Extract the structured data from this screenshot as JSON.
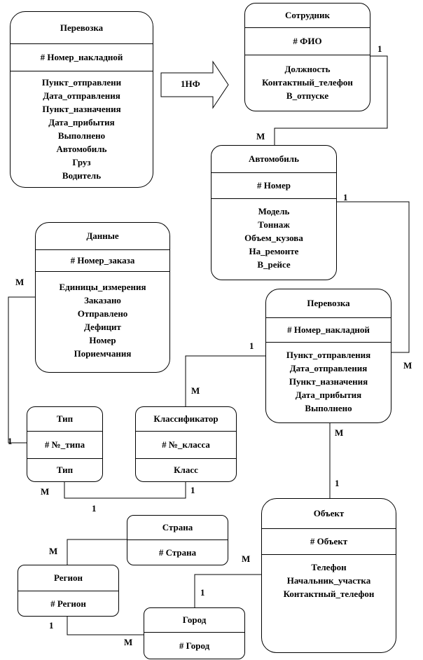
{
  "transform_label": "1НФ",
  "entities": {
    "perevozka_src": {
      "title": "Перевозка",
      "key": "# Номер_накладной",
      "attrs": [
        "Пункт_отправлени",
        "Дата_отправления",
        "Пункт_назначения",
        "Дата_прибытия",
        "Выполнено",
        "Автомобиль",
        "Груз",
        "Водитель"
      ]
    },
    "sotrudnik": {
      "title": "Сотрудник",
      "key": "# ФИО",
      "attrs": [
        "Должность",
        "Контактный_телефон",
        "В_отпуске"
      ]
    },
    "avtomobil": {
      "title": "Автомобиль",
      "key": "# Номер",
      "attrs": [
        "Модель",
        "Тоннаж",
        "Объем_кузова",
        "На_ремонте",
        "В_рейсе"
      ]
    },
    "dannye": {
      "title": "Данные",
      "key": "# Номер_заказа",
      "attrs": [
        "Единицы_измерения",
        "Заказано",
        "Отправлено",
        "Дефицит",
        "Номер",
        "Пориемчания"
      ]
    },
    "perevozka": {
      "title": "Перевозка",
      "key": "# Номер_накладной",
      "attrs": [
        "Пункт_отправления",
        "Дата_отправления",
        "Пункт_назначения",
        "Дата_прибытия",
        "Выполнено"
      ]
    },
    "tip": {
      "title": "Тип",
      "key": "# №_типа",
      "attrs": [
        "Тип"
      ]
    },
    "klassifikator": {
      "title": "Классификатор",
      "key": "# №_класса",
      "attrs": [
        "Класс"
      ]
    },
    "obekt": {
      "title": "Объект",
      "key": "# Объект",
      "attrs": [
        "Телефон",
        "Начальник_участка",
        "Контактный_телефон"
      ]
    },
    "strana": {
      "title": "Страна",
      "key": "# Страна",
      "attrs": []
    },
    "region": {
      "title": "Регион",
      "key": "# Регион",
      "attrs": []
    },
    "gorod": {
      "title": "Город",
      "key": "# Город",
      "attrs": []
    }
  },
  "cardinalities": {
    "sotrudnik_one": "1",
    "avtomobil_many": "М",
    "avtomobil_one": "1",
    "perevozka_many_right": "М",
    "dannye_many": "М",
    "tip_one_left": "1",
    "perevozka_one_left": "1",
    "klass_many": "М",
    "tip_many": "М",
    "klass_one": "1",
    "tip_one_bottom": "1",
    "perevozka_many_bottom": "М",
    "obekt_one": "1",
    "region_many": "М",
    "obekt_many": "М",
    "gorod_one": "1",
    "region_one": "1",
    "gorod_many": "М"
  }
}
